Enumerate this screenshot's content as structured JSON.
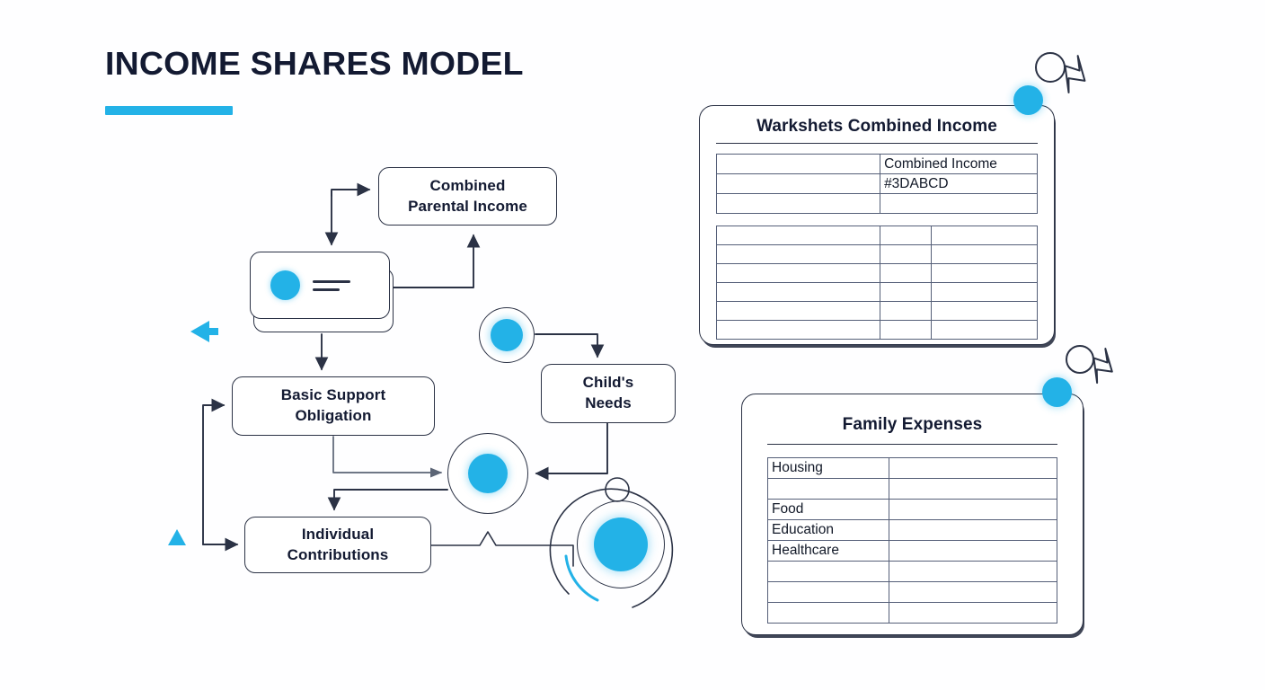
{
  "header": {
    "title": "INCOME SHARES MODEL",
    "accent_color": "#23b2e7",
    "title_color": "#131a32",
    "rule_name": "title-underline-bar"
  },
  "diagram": {
    "nodes": [
      {
        "id": "combined-parental-income",
        "label": "Combined\nParental Income",
        "shape": "rounded-rect"
      },
      {
        "id": "document-card",
        "label": "",
        "shape": "stacked-card-icon"
      },
      {
        "id": "basic-support-obligation",
        "label": "Basic Support\nObligation",
        "shape": "rounded-rect"
      },
      {
        "id": "childs-needs",
        "label": "Child's\nNeeds",
        "shape": "rounded-rect"
      },
      {
        "id": "individual-contributions",
        "label": "Individual\nContributions",
        "shape": "rounded-rect"
      },
      {
        "id": "circle-small",
        "label": "",
        "shape": "circle"
      },
      {
        "id": "circle-large",
        "label": "",
        "shape": "circle"
      }
    ],
    "markers": [
      {
        "id": "cyan-left-arrow",
        "direction": "left",
        "color": "#23b2e7"
      },
      {
        "id": "cyan-up-triangle",
        "direction": "up",
        "color": "#23b2e7"
      }
    ],
    "decorations": [
      {
        "id": "orbit-graphic",
        "description": "concentric circles with arc"
      },
      {
        "id": "circle-outline-chevron-worksheets",
        "description": "outline circle plus chevron arrow"
      },
      {
        "id": "circle-outline-chevron-expenses",
        "description": "outline circle plus chevron arrow"
      }
    ],
    "line_color": "#2b3245"
  },
  "panels": {
    "worksheets": {
      "title": "Warkshets Combined Income",
      "tables": [
        {
          "name": "combined-income-table",
          "columns": 2,
          "rows": [
            [
              "",
              "Combined Income"
            ],
            [
              "",
              "#3DABCD"
            ],
            [
              "",
              ""
            ]
          ]
        },
        {
          "name": "worksheet-rows-table",
          "columns": 3,
          "rows": [
            [
              "",
              "",
              ""
            ],
            [
              "",
              "",
              ""
            ],
            [
              "",
              "",
              ""
            ],
            [
              "",
              "",
              ""
            ],
            [
              "",
              "",
              ""
            ],
            [
              "",
              "",
              ""
            ]
          ]
        }
      ]
    },
    "family_expenses": {
      "title": "Family Expenses",
      "tables": [
        {
          "name": "family-expenses-table",
          "columns": 2,
          "rows": [
            [
              "Housing",
              ""
            ],
            [
              "",
              ""
            ],
            [
              "Food",
              ""
            ],
            [
              "Education",
              ""
            ],
            [
              "Healthcare",
              ""
            ],
            [
              "",
              ""
            ],
            [
              "",
              ""
            ],
            [
              "",
              ""
            ]
          ]
        }
      ]
    }
  }
}
